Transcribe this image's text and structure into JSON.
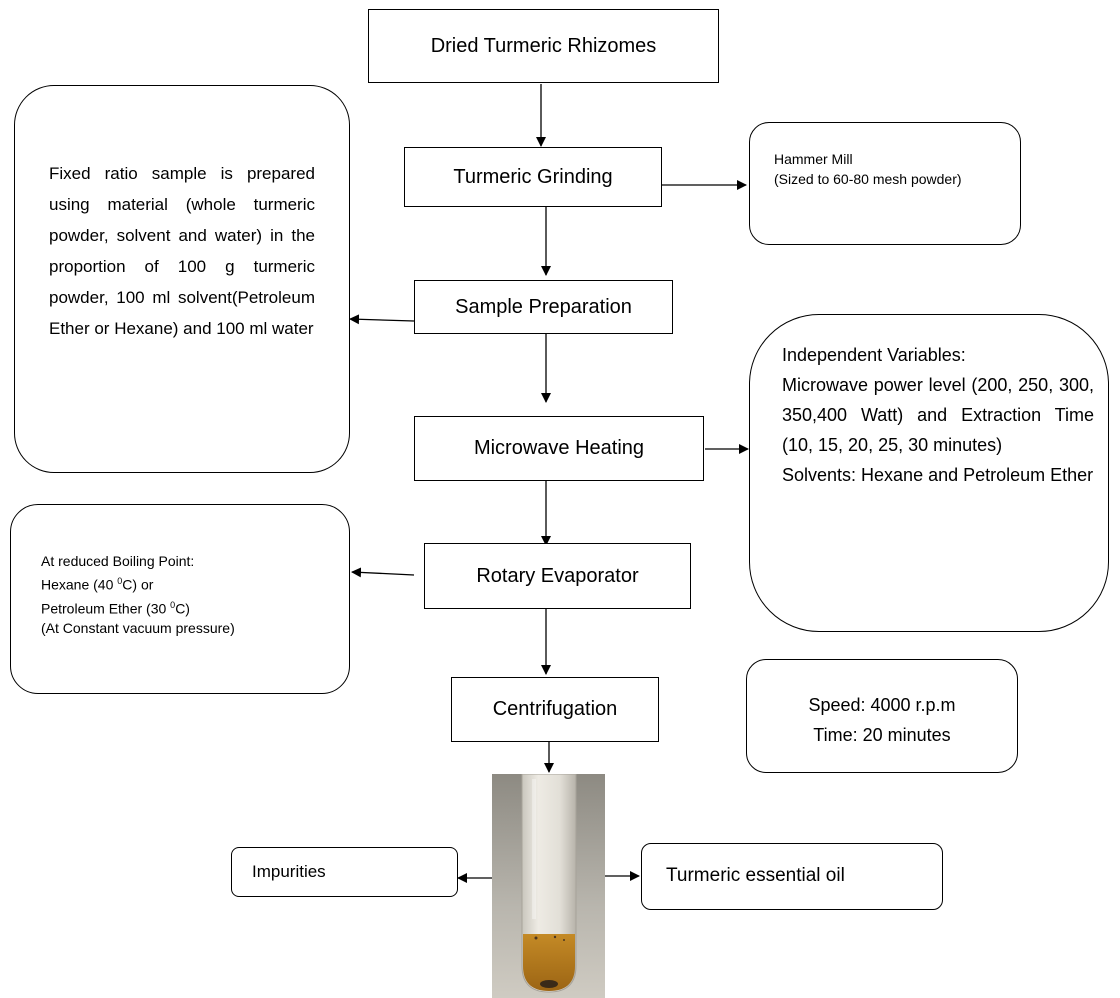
{
  "steps": {
    "dried": "Dried Turmeric Rhizomes",
    "grinding": "Turmeric Grinding",
    "sample_prep": "Sample Preparation",
    "microwave": "Microwave Heating",
    "rotary": "Rotary Evaporator",
    "centrifugation": "Centrifugation"
  },
  "notes": {
    "hammer_mill": [
      "Hammer Mill",
      "(Sized to 60-80 mesh powder)"
    ],
    "sample_prep": "Fixed ratio sample is prepared using material (whole turmeric powder, solvent and water) in the proportion of 100 g turmeric powder, 100 ml solvent(Petroleum Ether or Hexane) and 100 ml water",
    "independent_vars": {
      "heading": "Independent Variables:",
      "body": "Microwave power level (200, 250, 300, 350,400 Watt) and Extraction Time (10, 15, 20, 25, 30 minutes)",
      "solvents": "Solvents: Hexane and Petroleum Ether"
    },
    "boiling": {
      "l1": "At reduced Boiling Point:",
      "l2a": "Hexane (40 ",
      "l2b": "C) or",
      "l3a": "Petroleum Ether (30 ",
      "l3b": "C)",
      "l4": "(At Constant vacuum pressure)",
      "deg": "0"
    },
    "centrifuge": [
      "Speed: 4000 r.p.m",
      "Time: 20 minutes"
    ]
  },
  "outputs": {
    "impurities": "Impurities",
    "oil": "Turmeric essential oil"
  },
  "colors": {
    "tube_liquid": "#b8801f",
    "tube_clear": "#d7d3c9",
    "tube_bg": "#9b9a96"
  }
}
